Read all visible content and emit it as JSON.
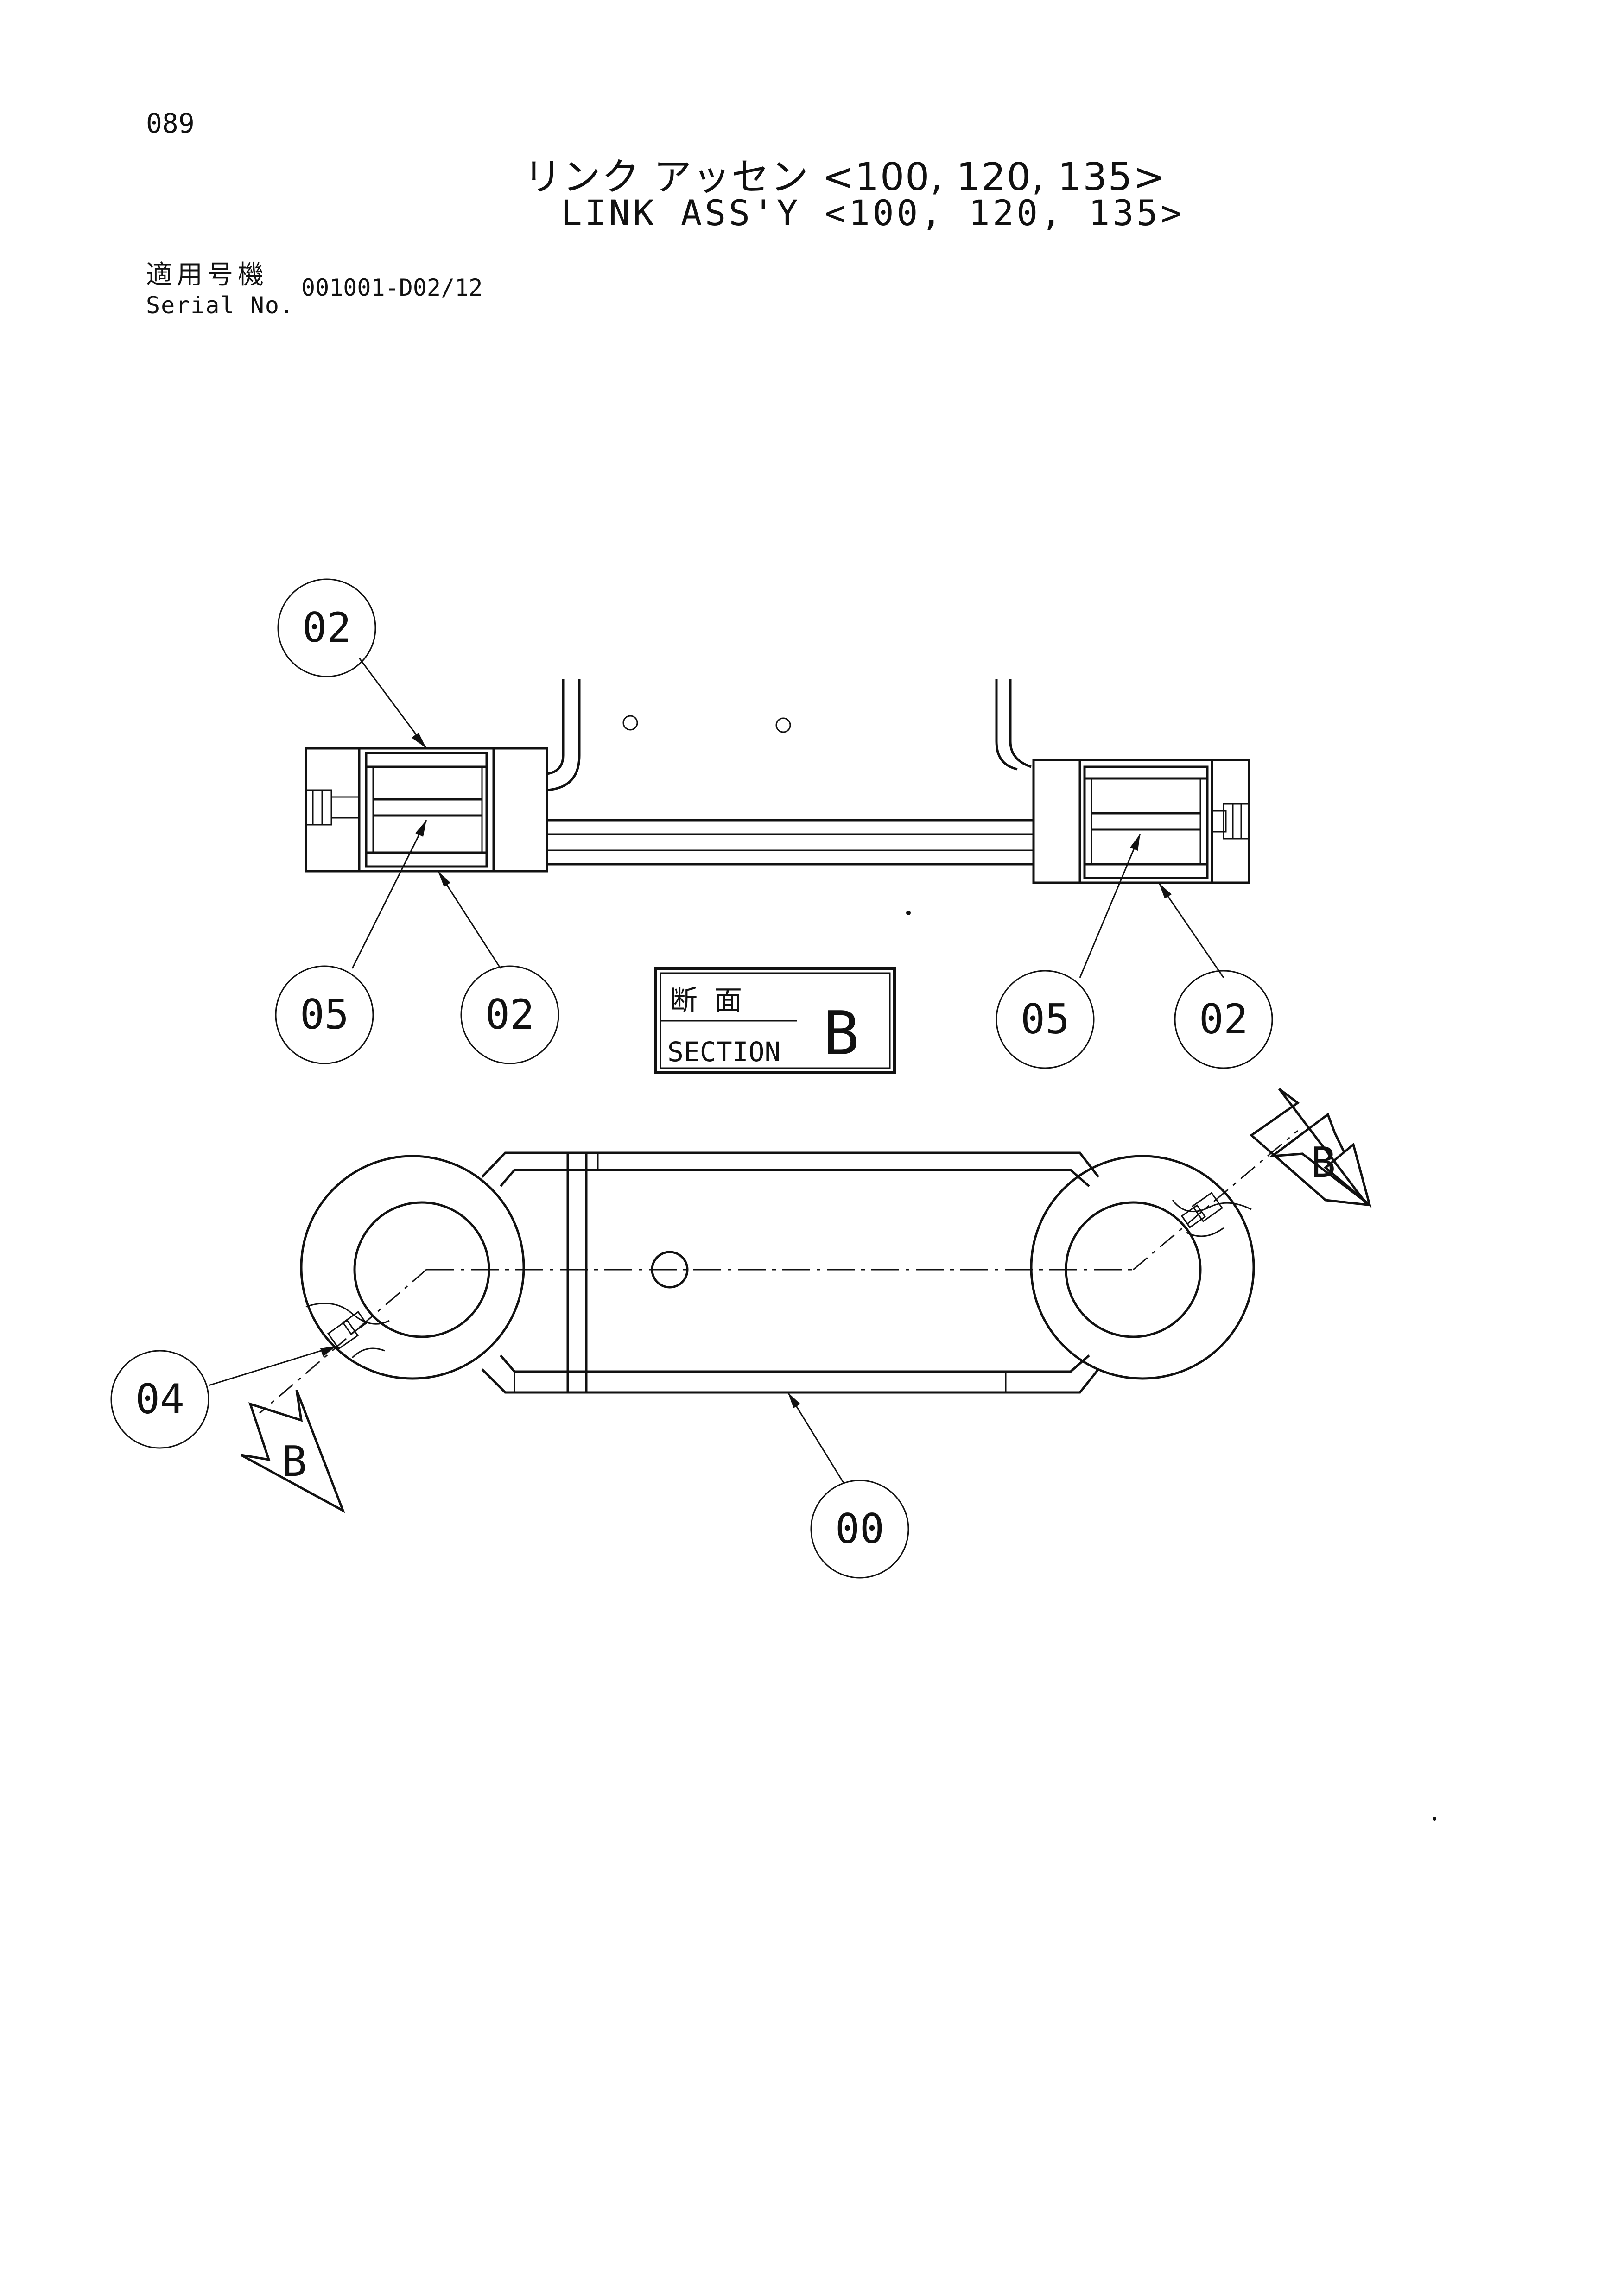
{
  "header": {
    "page_number": "089",
    "title_jp": "リンク アッセン <100, 120, 135>",
    "title_en": "LINK ASS'Y <100, 120, 135>",
    "serial_label_jp": "適用号機",
    "serial_label_en": "Serial No.",
    "serial_value": "001001-D02/12"
  },
  "section_box": {
    "label_jp": "断 面",
    "label_en": "SECTION",
    "letter": "B"
  },
  "callouts": {
    "top_left_02": "02",
    "mid_left_05": "05",
    "mid_left_02": "02",
    "mid_right_05": "05",
    "mid_right_02": "02",
    "bottom_04": "04",
    "bottom_00": "00"
  },
  "section_arrows": {
    "upper_right": "B",
    "lower_left": "B"
  }
}
